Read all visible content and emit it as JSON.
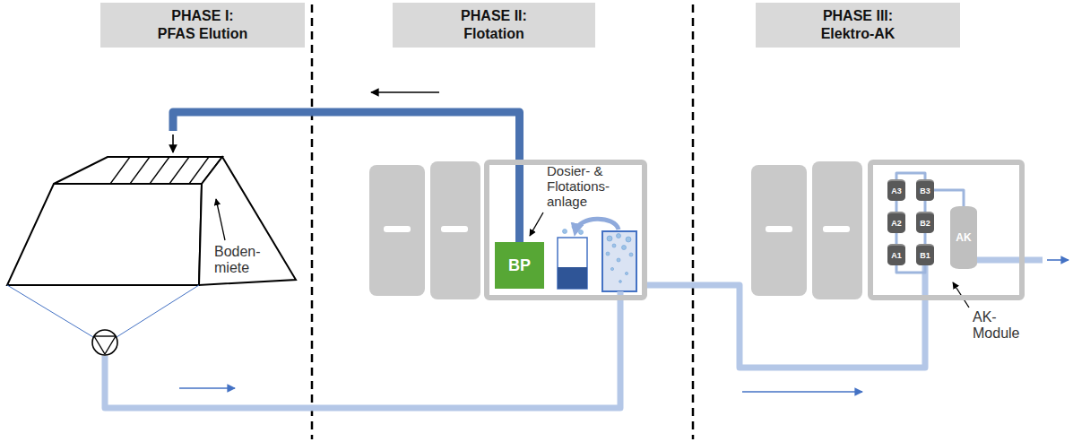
{
  "diagram": {
    "nodes": [
      {
        "text": [
          "PHASE I:",
          "PFAS Elution"
        ]
      },
      {
        "text": [
          "PHASE II:",
          "Flotation"
        ]
      },
      {
        "text": [
          "PHASE III:",
          "Elektro-AK"
        ]
      },
      {
        "text": [
          "Boden- miete"
        ]
      },
      {
        "text": [
          "Dosier- & Flotations- anlage"
        ]
      },
      {
        "text": [
          "BP"
        ],
        "in": 4
      },
      {
        "text": [
          "AK- Module"
        ]
      },
      {
        "text": [
          "A1"
        ],
        "in": 6
      },
      {
        "text": [
          "A2"
        ],
        "in": 6
      },
      {
        "text": [
          "A3"
        ],
        "in": 6
      },
      {
        "text": [
          "B1"
        ],
        "in": 6
      },
      {
        "text": [
          "B2"
        ],
        "in": 6
      },
      {
        "text": [
          "B3"
        ],
        "in": 6
      },
      {
        "text": [
          "AK"
        ],
        "in": 6
      }
    ],
    "edges": [
      {
        "from": 5,
        "to": 3,
        "arrow": "to"
      },
      {
        "from": 3,
        "to": 4,
        "arrow": "none"
      },
      {
        "from": 4,
        "to": 10,
        "arrow": "none"
      },
      {
        "from": 7,
        "to": 8,
        "arrow": "none"
      },
      {
        "from": 8,
        "to": 9,
        "arrow": "none"
      },
      {
        "from": 10,
        "to": 11,
        "arrow": "none"
      },
      {
        "from": 11,
        "to": 12,
        "arrow": "none"
      },
      {
        "from": 9,
        "to": 12,
        "arrow": "none"
      },
      {
        "from": 7,
        "to": 10,
        "arrow": "none"
      },
      {
        "from": 12,
        "to": 13,
        "arrow": "none"
      }
    ]
  }
}
